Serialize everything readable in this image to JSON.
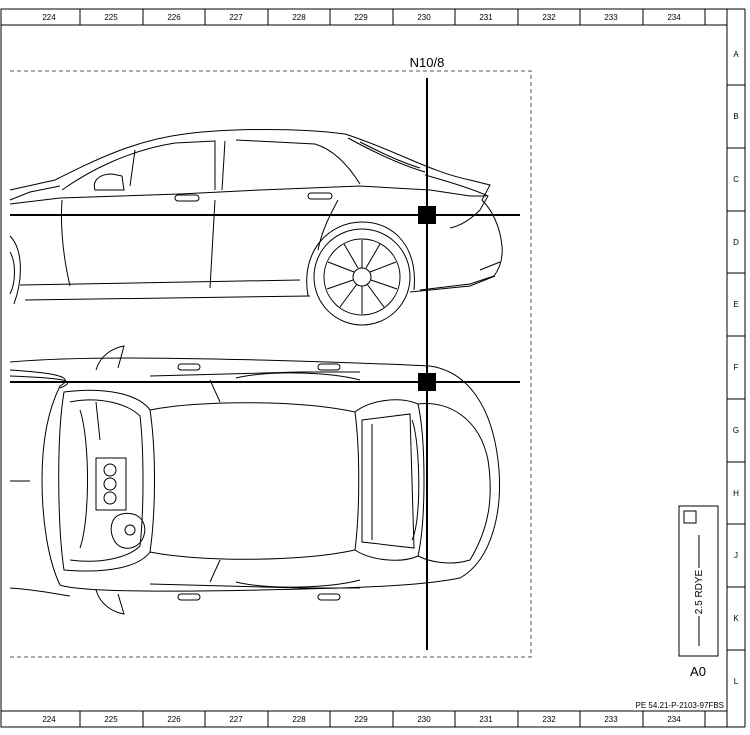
{
  "sheet": {
    "columns": [
      "224",
      "225",
      "226",
      "227",
      "228",
      "229",
      "230",
      "231",
      "232",
      "233",
      "234"
    ],
    "rows": [
      "A",
      "B",
      "C",
      "D",
      "E",
      "F",
      "G",
      "H",
      "J",
      "K",
      "L"
    ],
    "document_number": "PE 54.21-P-2103-97FBS"
  },
  "component": {
    "label": "N10/8"
  },
  "connector": {
    "wire_label": "2.5 RDYE",
    "connector_label": "A0"
  },
  "colors": {
    "line": "#000000",
    "background": "#ffffff"
  },
  "icons": [
    "car-side-view-icon",
    "car-top-view-icon",
    "location-marker-icon"
  ]
}
